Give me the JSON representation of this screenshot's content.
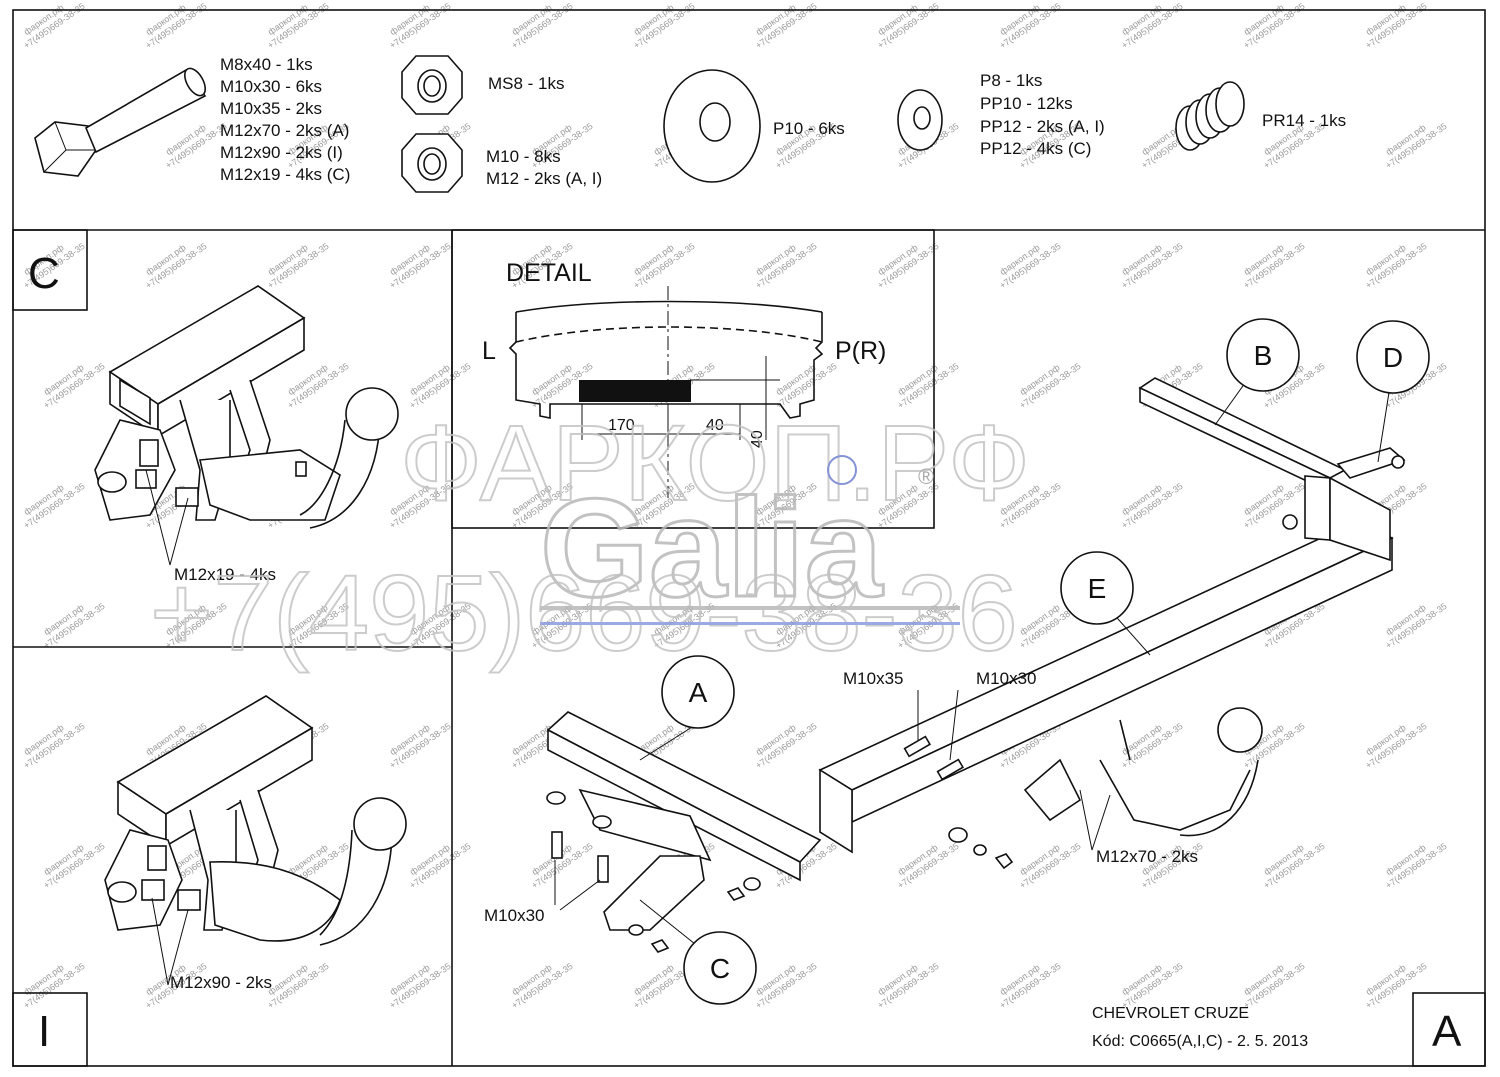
{
  "hardware": {
    "bolt_list": [
      "M8x40 - 1ks",
      "M10x30 - 6ks",
      "M10x35 - 2ks",
      "M12x70 - 2ks (A)",
      "M12x90 - 2ks (I)",
      "M12x19 - 4ks (C)"
    ],
    "nut_ms8": "MS8 - 1ks",
    "nut_list": [
      "M10 - 8ks",
      "M12 - 2ks (A, I)"
    ],
    "washer_p10": "P10 - 6ks",
    "washer_list": [
      "P8 - 1ks",
      "PP10 - 12ks",
      "PP12 - 2ks (A, I)",
      "PP12 - 4ks (C)"
    ],
    "spring": "PR14 - 1ks"
  },
  "panel_c": {
    "letter": "C",
    "bolt_label": "M12x19 - 4ks"
  },
  "panel_i": {
    "letter": "I",
    "bolt_label": "M12x90 - 2ks"
  },
  "detail": {
    "title": "DETAIL",
    "left": "L",
    "right": "P(R)",
    "dim_170": "170",
    "dim_40_h": "40",
    "dim_40_v": "40"
  },
  "main": {
    "callouts": [
      "A",
      "B",
      "C",
      "D",
      "E"
    ],
    "m10x35": "M10x35",
    "m10x30_top": "M10x30",
    "m10x30_bottom": "M10x30",
    "m12x70": "M12x70 - 2ks",
    "variant_letter": "A"
  },
  "title_block": {
    "car": "CHEVROLET CRUZE",
    "code": "Kód: C0665(A,I,C) - 2. 5. 2013"
  },
  "watermark": {
    "site": "фаркоп.рф",
    "phone": "+7(495)669-38-35",
    "logo": "Galia",
    "big_site": "ФАРКОП.РФ",
    "big_phone": "+7(495)669-38-36",
    "reg": "®"
  },
  "colors": {
    "line": "#111111",
    "watermark": "#9a9a9a",
    "logo_blue": "#6f7fd0"
  }
}
